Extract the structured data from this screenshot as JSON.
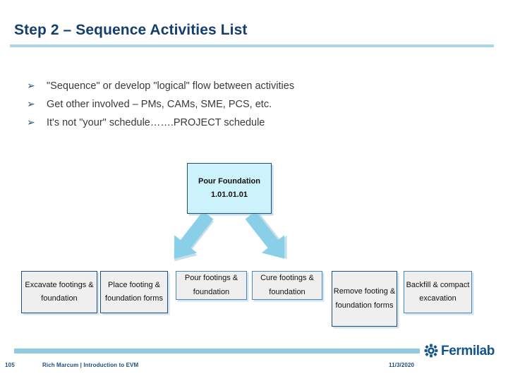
{
  "slide": {
    "title": "Step 2 – Sequence Activities List",
    "accent_color": "#A9D5E6",
    "title_color": "#153E6E"
  },
  "bullets": {
    "marker_glyph": "➢",
    "marker_icon": "chevron-arrow-bullet-icon",
    "items": [
      {
        "text": "\"Sequence\" or develop \"logical\" flow between activities"
      },
      {
        "text": "Get other involved – PMs, CAMs, SME, PCS, etc."
      },
      {
        "text": "It's not \"your\" schedule…….PROJECT schedule"
      }
    ]
  },
  "diagram": {
    "root": {
      "line1": "Pour Foundation",
      "line2": "1.01.01.01",
      "fill": "#CCF2FB",
      "border": "#1F4E79"
    },
    "arrows": [
      {
        "name": "arrow-down-left",
        "direction": "down-left",
        "color": "#8ACFE8"
      },
      {
        "name": "arrow-down-right",
        "direction": "down-right",
        "color": "#8ACFE8"
      }
    ],
    "children": [
      {
        "text": "Excavate footings & foundation"
      },
      {
        "text": "Place footing & foundation forms"
      },
      {
        "text": "Pour footings & foundation"
      },
      {
        "text": "Cure footings & foundation"
      },
      {
        "text": "Remove footing & foundation forms"
      },
      {
        "text": "Backfill & compact excavation"
      }
    ]
  },
  "footer": {
    "page_number": "105",
    "credit": "Rich Marcum | Introduction to EVM",
    "date": "11/3/2020",
    "brand_name": "Fermilab",
    "brand_color": "#11538E",
    "rule_color": "#8FCBE0"
  }
}
